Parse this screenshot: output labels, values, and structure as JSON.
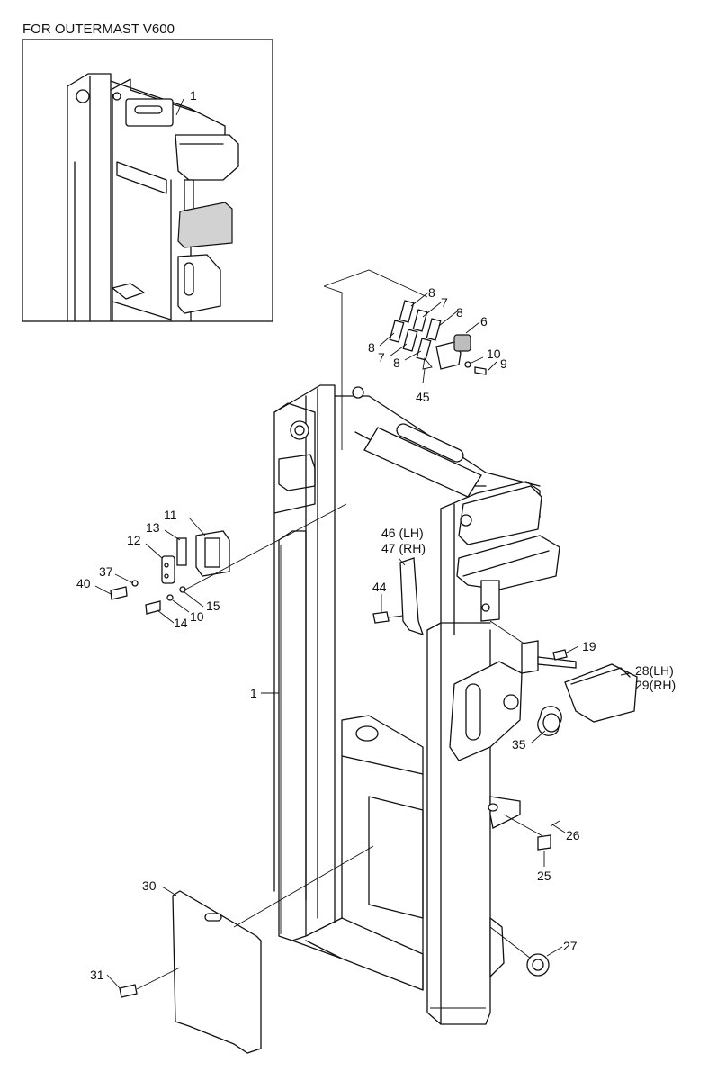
{
  "inset": {
    "title": "FOR OUTERMAST V600",
    "callouts": [
      "1"
    ]
  },
  "callouts": {
    "c8a": "8",
    "c7a": "7",
    "c8b": "8",
    "c8c": "8",
    "c7b": "7",
    "c8d": "8",
    "c6": "6",
    "c10a": "10",
    "c9": "9",
    "c45": "45",
    "c11": "11",
    "c13": "13",
    "c12": "12",
    "c37": "37",
    "c40": "40",
    "c15": "15",
    "c10b": "10",
    "c14": "14",
    "c46": "46 (LH)",
    "c47": "47 (RH)",
    "c44": "44",
    "c19": "19",
    "c28": "28(LH)",
    "c29": "29(RH)",
    "c35": "35",
    "c1": "1",
    "c26": "26",
    "c25": "25",
    "c30": "30",
    "c27": "27",
    "c31": "31"
  }
}
